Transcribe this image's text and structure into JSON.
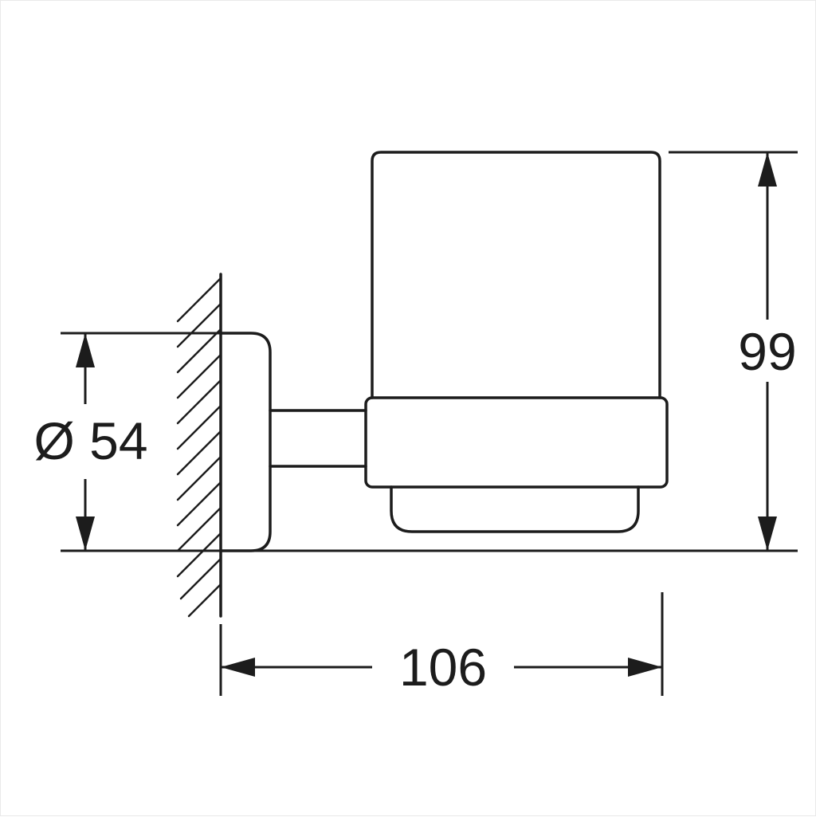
{
  "drawing": {
    "type": "technical-dimension-drawing",
    "subject": "wall-mounted glass tumbler holder, side elevation"
  },
  "dimensions": {
    "diameter": {
      "label": "Ø 54"
    },
    "height": {
      "label": "99"
    },
    "depth": {
      "label": "106"
    }
  },
  "colors": {
    "line": "#1c1c1c",
    "background": "#ffffff"
  }
}
